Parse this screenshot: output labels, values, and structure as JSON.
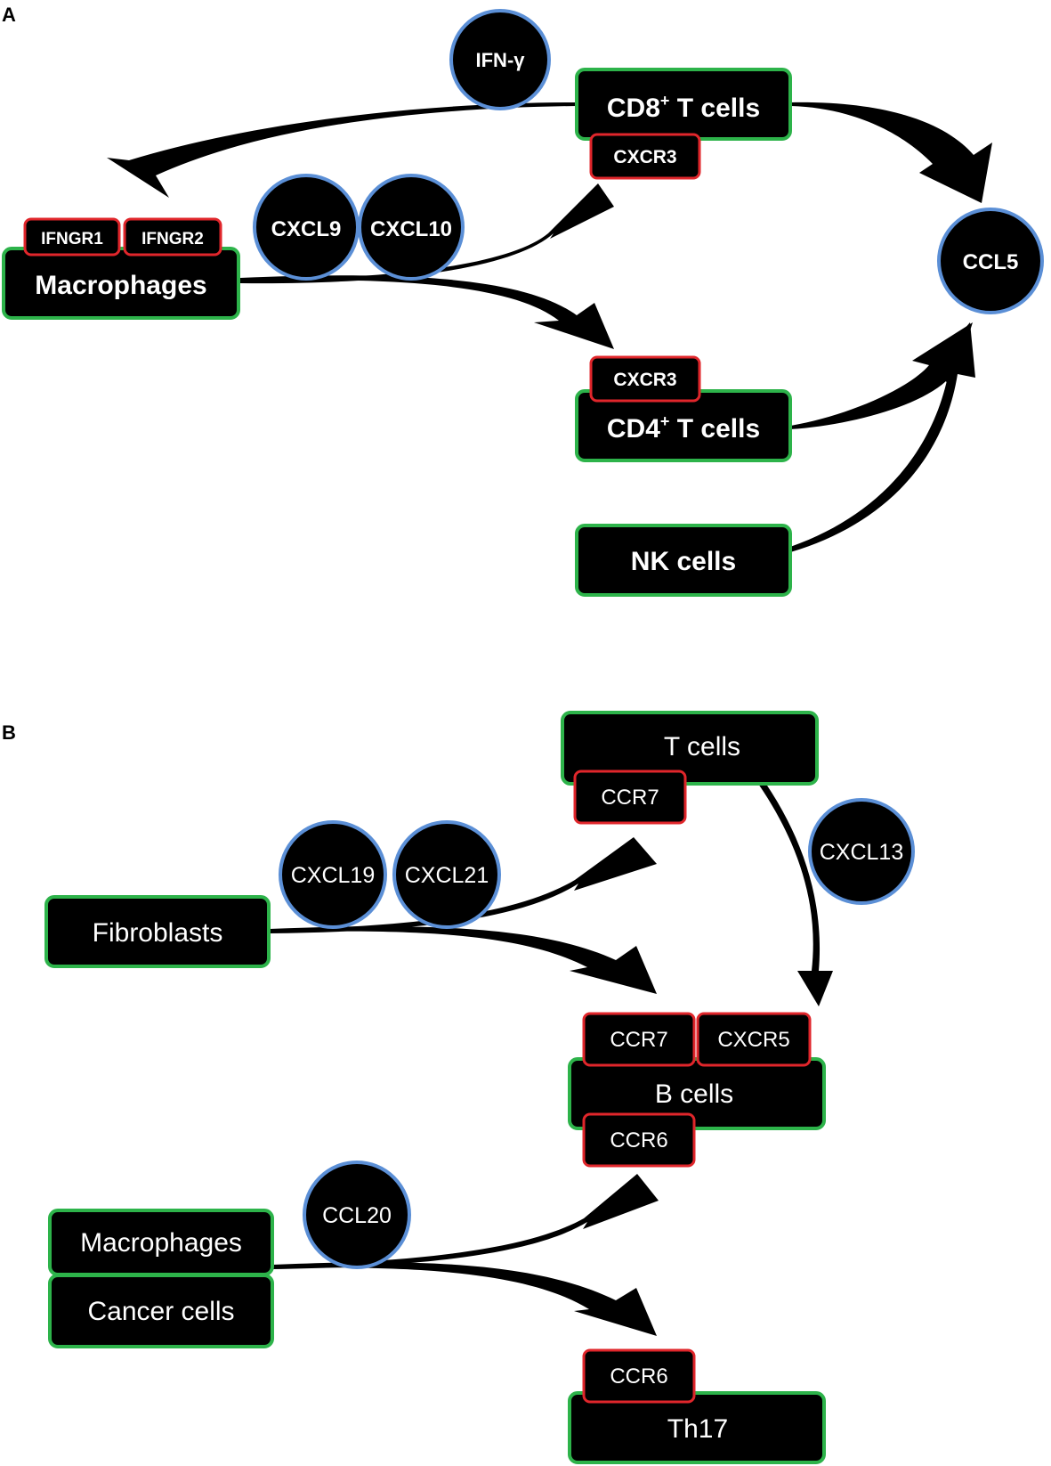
{
  "panels": [
    {
      "id": "A",
      "label": "A"
    },
    {
      "id": "B",
      "label": "B"
    }
  ],
  "panelA": {
    "cells": {
      "macrophages": "Macrophages",
      "cd8": {
        "base": "CD8",
        "sup": "+",
        "rest": " T cells"
      },
      "cd4": {
        "base": "CD4",
        "sup": "+",
        "rest": " T cells"
      },
      "nk": "NK cells"
    },
    "receptors": {
      "ifngr1": "IFNGR1",
      "ifngr2": "IFNGR2",
      "cxcr3_cd8": "CXCR3",
      "cxcr3_cd4": "CXCR3"
    },
    "ligands": {
      "ifng": "IFN-γ",
      "cxcl9": "CXCL9",
      "cxcl10": "CXCL10",
      "ccl5": "CCL5"
    }
  },
  "panelB": {
    "cells": {
      "fibroblasts": "Fibroblasts",
      "t_cells": "T cells",
      "b_cells": "B cells",
      "macrophages": "Macrophages",
      "cancer_cells": "Cancer cells",
      "th17": "Th17"
    },
    "receptors": {
      "ccr7_t": "CCR7",
      "ccr7_b": "CCR7",
      "cxcr5_b": "CXCR5",
      "ccr6_b": "CCR6",
      "ccr6_th17": "CCR6"
    },
    "ligands": {
      "cxcl19": "CXCL19",
      "cxcl21": "CXCL21",
      "cxcl13": "CXCL13",
      "ccl20": "CCL20"
    }
  },
  "colors": {
    "cell_border": "#2db34a",
    "receptor_border": "#e0262b",
    "ligand_border": "#5b8fd6",
    "fill": "#000000",
    "text": "#ffffff"
  }
}
